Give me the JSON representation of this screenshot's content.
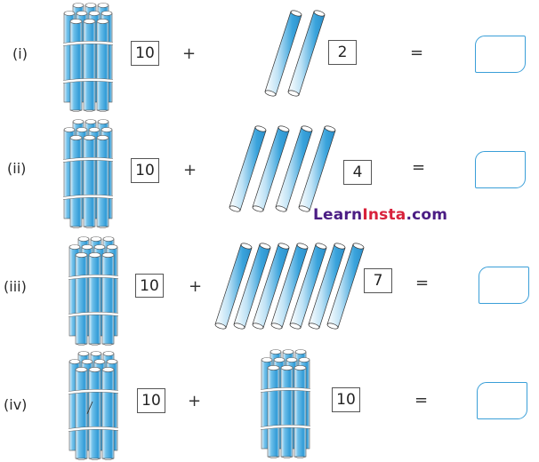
{
  "problems": [
    {
      "label": "(i)",
      "tens_box": "10",
      "operator_plus": "+",
      "ones_box": "2",
      "operator_equals": "=",
      "answer": "",
      "ones_visual": "2 loose sticks"
    },
    {
      "label": "(ii)",
      "tens_box": "10",
      "operator_plus": "+",
      "ones_box": "4",
      "operator_equals": "=",
      "answer": "",
      "ones_visual": "4 loose sticks"
    },
    {
      "label": "(iii)",
      "tens_box": "10",
      "operator_plus": "+",
      "ones_box": "7",
      "operator_equals": "=",
      "answer": "",
      "ones_visual": "7 loose sticks"
    },
    {
      "label": "(iv)",
      "tens_box": "10",
      "operator_plus": "+",
      "ones_box": "10",
      "operator_equals": "=",
      "answer": "",
      "ones_visual": "1 bundle of 10 sticks"
    }
  ],
  "watermark": {
    "part1": "Learn",
    "part2": "Insta",
    "part3": ".com"
  },
  "colors": {
    "stick_blue": "#3aa3dc",
    "answer_border": "#3a9fd8",
    "watermark_purple": "#4b1d84",
    "watermark_red": "#d8213b"
  }
}
